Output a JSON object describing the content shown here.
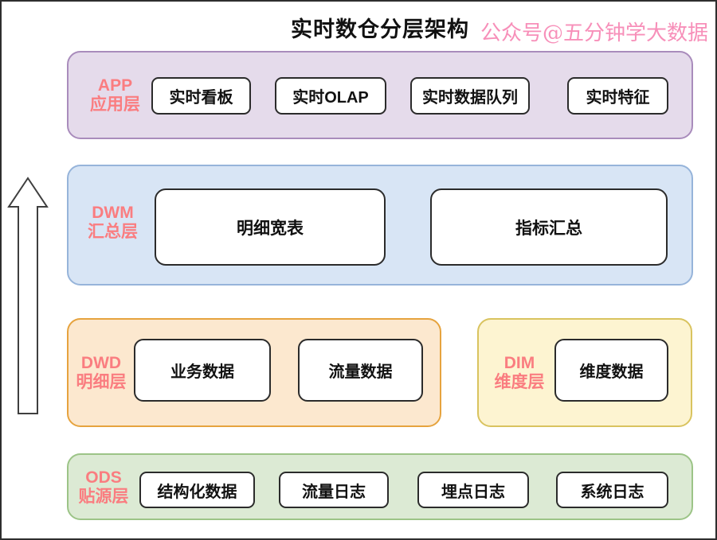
{
  "title": "实时数仓分层架构",
  "watermark": "公众号@五分钟学大数据",
  "colors": {
    "layer_label_pink": "#fa7d80",
    "watermark_pink": "#f78fb9",
    "node_border": "#2b2b2b",
    "app_fill": "#e5dbeb",
    "app_border": "#a98cbc",
    "dwm_fill": "#d8e5f5",
    "dwm_border": "#96b4da",
    "dwd_fill": "#fce8cf",
    "dwd_border": "#e6a33e",
    "dim_fill": "#fdf4d1",
    "dim_border": "#d9c35f",
    "ods_fill": "#dcead4",
    "ods_border": "#9cc487"
  },
  "layers": [
    {
      "code": "APP",
      "name": "应用层",
      "boxes": [
        "实时看板",
        "实时OLAP",
        "实时数据队列",
        "实时特征"
      ]
    },
    {
      "code": "DWM",
      "name": "汇总层",
      "boxes": [
        "明细宽表",
        "指标汇总"
      ]
    },
    {
      "code": "DWD",
      "name": "明细层",
      "boxes": [
        "业务数据",
        "流量数据"
      ]
    },
    {
      "code": "DIM",
      "name": "维度层",
      "boxes": [
        "维度数据"
      ]
    },
    {
      "code": "ODS",
      "name": "贴源层",
      "boxes": [
        "结构化数据",
        "流量日志",
        "埋点日志",
        "系统日志"
      ]
    }
  ]
}
